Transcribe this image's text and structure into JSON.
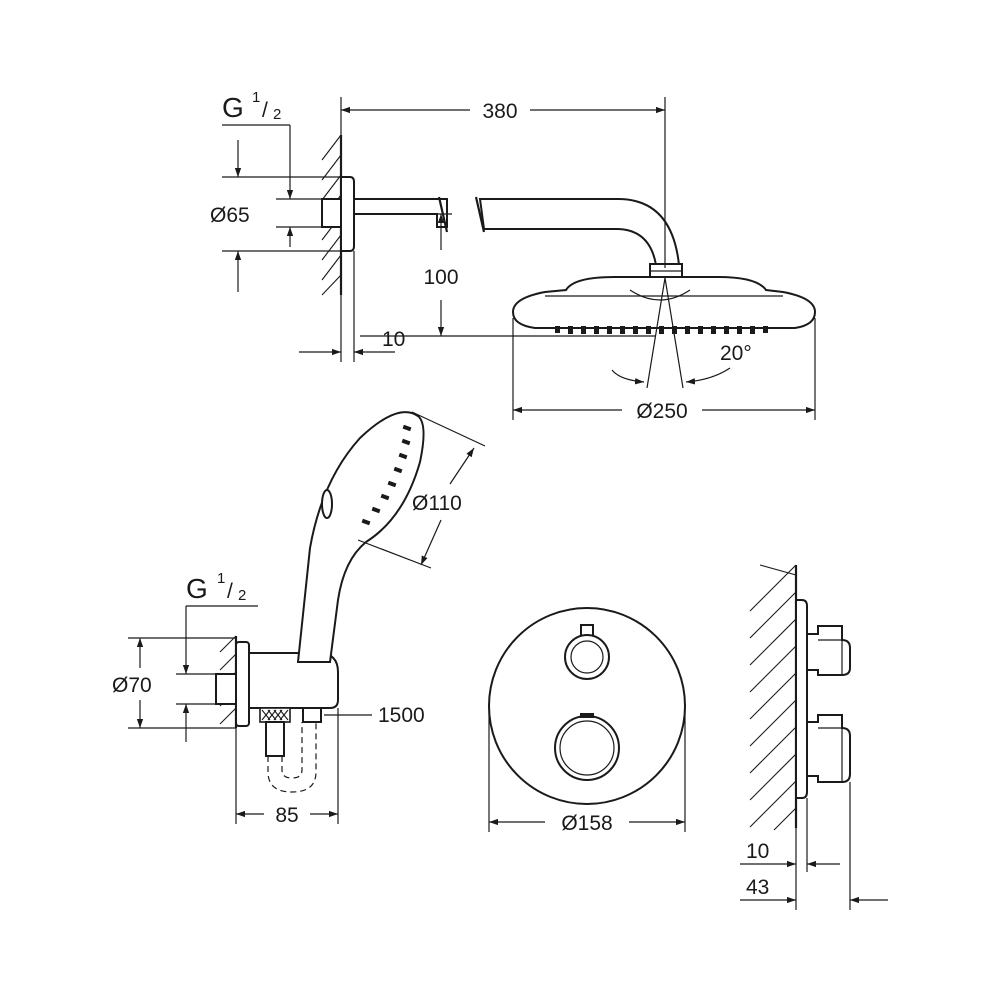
{
  "head_shower": {
    "thread_main": "G",
    "thread_num": "1",
    "thread_den": "2",
    "flange_diameter": "Ø65",
    "arm_length": "380",
    "drop_height": "100",
    "wall_gap": "10",
    "tilt_angle": "20°",
    "head_diameter": "Ø250"
  },
  "hand_shower": {
    "thread_main": "G",
    "thread_num": "1",
    "thread_den": "2",
    "head_diameter": "Ø110",
    "flange_diameter": "Ø70",
    "hose_length": "1500",
    "projection": "85"
  },
  "thermostat": {
    "plate_diameter": "Ø158",
    "wall_gap": "10",
    "projection": "43"
  }
}
